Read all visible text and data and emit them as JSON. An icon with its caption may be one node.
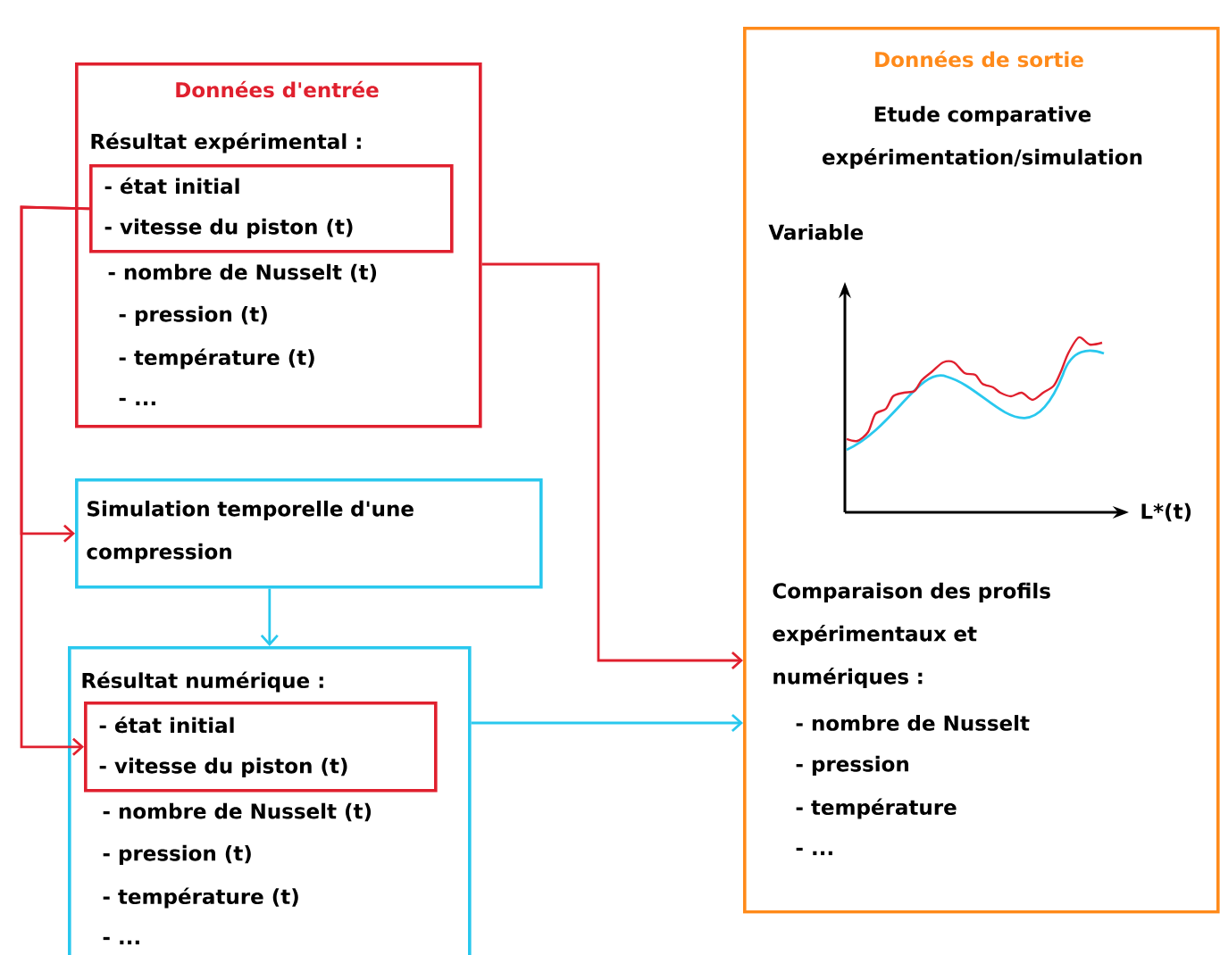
{
  "diagram": {
    "nodes": [
      {
        "text": [
          "Données d'entrée",
          "Résultat expérimental :",
          "- nombre de Nusselt (t)",
          "- pression (t)",
          "- température (t)",
          "- ..."
        ]
      },
      {
        "text": [
          "- état initial",
          "- vitesse du piston (t)"
        ],
        "in": 0
      },
      {
        "text": [
          "Simulation temporelle d'une compression"
        ]
      },
      {
        "text": [
          "Résultat numérique :",
          "- nombre de Nusselt (t)",
          "- pression (t)",
          "- température (t)",
          "- ..."
        ]
      },
      {
        "text": [
          "- état initial",
          "- vitesse du piston (t)"
        ],
        "in": 3
      },
      {
        "text": [
          "Données de sortie",
          "Etude comparative expérimentation/simulation",
          "Comparaison des profils expérimentaux et numériques :",
          "- nombre de Nusselt",
          "- pression",
          "- température",
          "- ..."
        ]
      }
    ],
    "edges": [
      {
        "from": 1,
        "to": 2,
        "arrow": "to"
      },
      {
        "from": 1,
        "to": 4,
        "arrow": "to"
      },
      {
        "from": 0,
        "to": 5,
        "arrow": "to"
      },
      {
        "from": 2,
        "to": 3,
        "arrow": "to",
        "color": "#29c8ee"
      },
      {
        "from": 3,
        "to": 5,
        "arrow": "to",
        "color": "#29c8ee"
      }
    ],
    "labels": [
      "Variable",
      "L*(t)"
    ]
  }
}
